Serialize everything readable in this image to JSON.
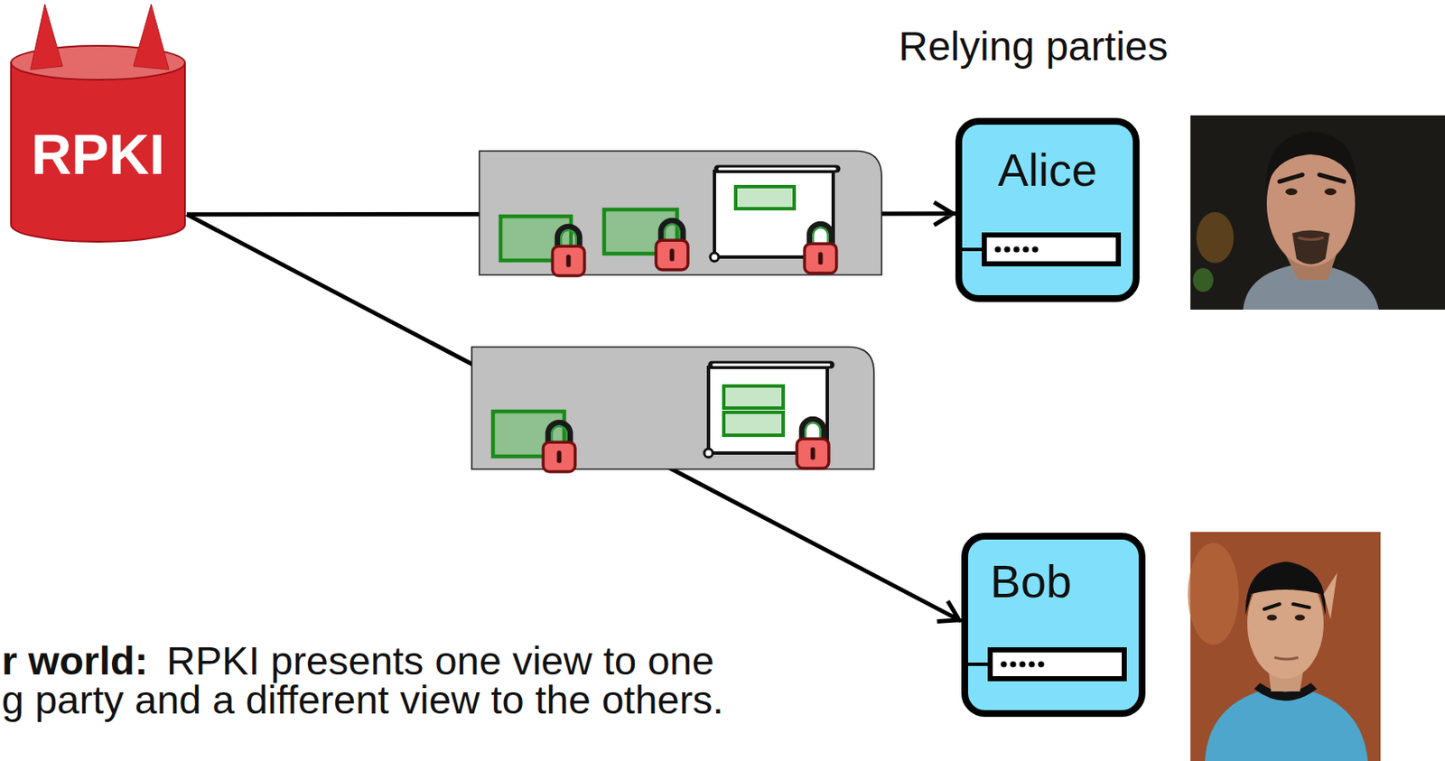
{
  "diagram": {
    "nodes": [
      {
        "text": [
          "RPKI"
        ]
      },
      {
        "text": [
          "Alice"
        ]
      },
      {
        "text": [
          "Bob"
        ]
      }
    ],
    "edges": [
      {
        "from": 0,
        "to": 1,
        "arrow": "to"
      },
      {
        "from": 0,
        "to": 2,
        "arrow": "to"
      }
    ],
    "labels": [
      "Relying parties",
      "r world:",
      "RPKI presents one view to one",
      "g party and a different view to the others."
    ]
  }
}
